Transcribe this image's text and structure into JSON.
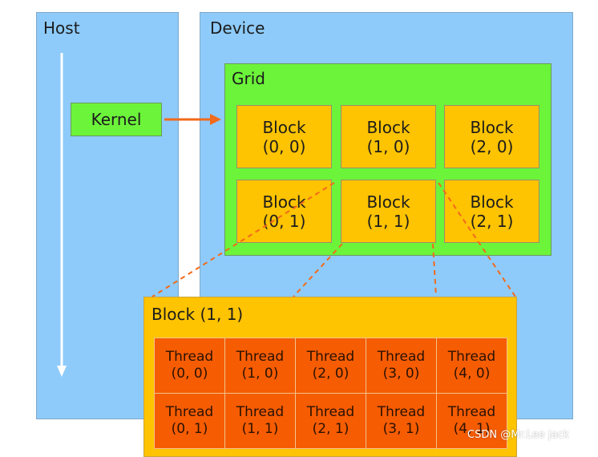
{
  "host": {
    "title": "Host"
  },
  "device": {
    "title": "Device"
  },
  "grid": {
    "title": "Grid",
    "blocks": [
      {
        "label": "Block",
        "coord": "(0, 0)"
      },
      {
        "label": "Block",
        "coord": "(1, 0)"
      },
      {
        "label": "Block",
        "coord": "(2, 0)"
      },
      {
        "label": "Block",
        "coord": "(0, 1)"
      },
      {
        "label": "Block",
        "coord": "(1, 1)"
      },
      {
        "label": "Block",
        "coord": "(2, 1)"
      }
    ]
  },
  "kernel": {
    "label": "Kernel"
  },
  "block_detail": {
    "title": "Block (1, 1)",
    "threads": [
      [
        {
          "label": "Thread",
          "coord": "(0, 0)"
        },
        {
          "label": "Thread",
          "coord": "(1, 0)"
        },
        {
          "label": "Thread",
          "coord": "(2, 0)"
        },
        {
          "label": "Thread",
          "coord": "(3, 0)"
        },
        {
          "label": "Thread",
          "coord": "(4, 0)"
        }
      ],
      [
        {
          "label": "Thread",
          "coord": "(0, 1)"
        },
        {
          "label": "Thread",
          "coord": "(1, 1)"
        },
        {
          "label": "Thread",
          "coord": "(2, 1)"
        },
        {
          "label": "Thread",
          "coord": "(3, 1)"
        },
        {
          "label": "Thread",
          "coord": "(4, 1)"
        }
      ]
    ]
  },
  "watermark": "CSDN @Mr.Lee jack",
  "colors": {
    "panel": "#8ecbfa",
    "grid": "#6cf43a",
    "block": "#fec301",
    "thread": "#f65c02",
    "arrow": "#f26a1b"
  }
}
